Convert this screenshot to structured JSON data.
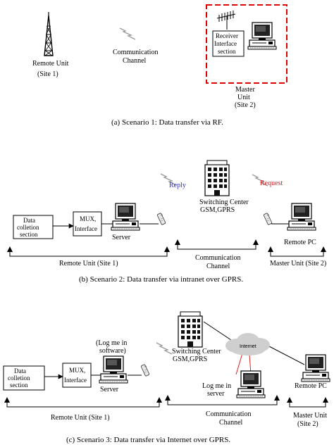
{
  "colors": {
    "dashed_border": "#e00000",
    "reply": "#3030c0",
    "request": "#d02020",
    "internet_link": "#e02020"
  },
  "scenario1": {
    "caption": "(a) Scenario 1: Data transfer via RF.",
    "remote_unit": [
      "Remote Unit",
      "(Site 1)"
    ],
    "channel": [
      "Communication",
      "Channel"
    ],
    "receiver": [
      "Receiver",
      "Interface",
      "section"
    ],
    "master": [
      "Master",
      "Unit",
      "(Site 2)"
    ]
  },
  "scenario2": {
    "caption": "(b) Scenario 2: Data transfer via intranet over GPRS.",
    "data_section": [
      "Data",
      "colletion",
      "section"
    ],
    "mux": [
      "MUX,",
      "Interface"
    ],
    "server": "Server",
    "reply": "Reply",
    "request": "Request",
    "switching": [
      "Switching Center",
      "GSM,GPRS"
    ],
    "remote_pc": "Remote PC",
    "remote_unit": "Remote Unit  (Site 1)",
    "channel": [
      "Communication",
      "Channel"
    ],
    "master": "Master Unit (Site 2)"
  },
  "scenario3": {
    "caption": "(c) Scenario 3: Data transfer via Internet over GPRS.",
    "data_section": [
      "Data",
      "colletion",
      "section"
    ],
    "mux": [
      "MUX,",
      "Interface"
    ],
    "server": "Server",
    "log_software": [
      "(Log me in",
      "software)"
    ],
    "switching": [
      "Switching Center",
      "GSM,GPRS"
    ],
    "internet": "Internet",
    "log_server": [
      "Log me in",
      "server"
    ],
    "remote_pc": "Remote PC",
    "remote_unit": "Remote Unit  (Site 1)",
    "channel": [
      "Communication",
      "Channel"
    ],
    "master": [
      "Master Unit",
      "(Site 2)"
    ]
  }
}
